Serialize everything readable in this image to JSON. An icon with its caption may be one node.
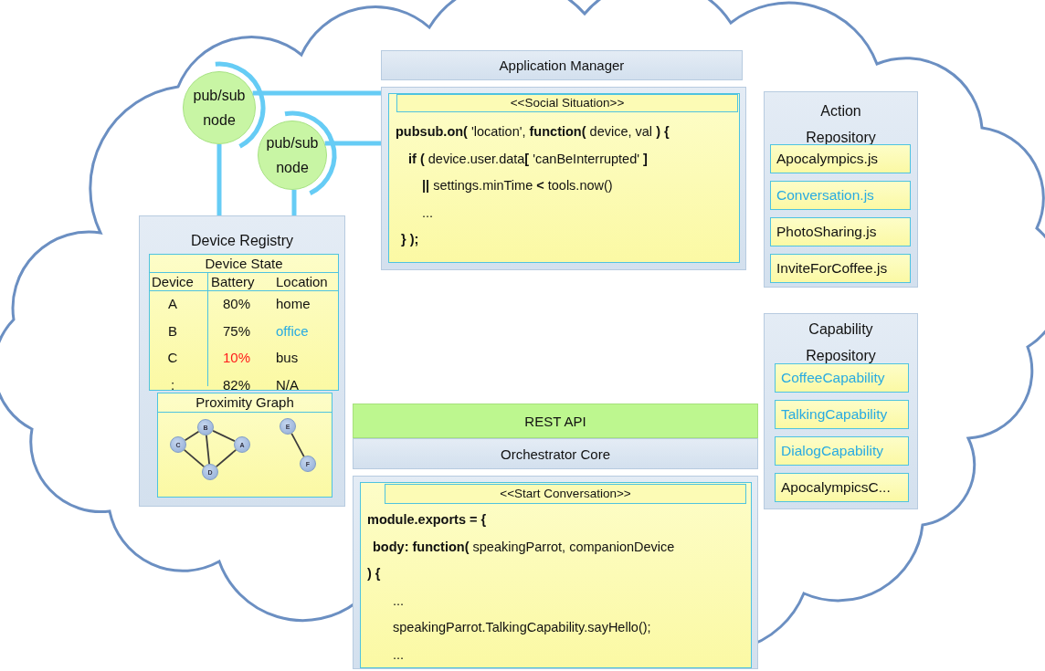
{
  "diagram": {
    "nodes": [
      {
        "text": [
          "pub/sub node"
        ]
      },
      {
        "text": [
          "pub/sub node"
        ]
      },
      {
        "text": [
          "Application Manager"
        ]
      },
      {
        "text": [
          "<<Social Situation>>",
          "**pubsub.on(** 'location', **function(** device, val **) {**",
          "**if (** device.user.data**[** 'canBeInterrupted' **]**",
          "**||** settings.minTime **<** tools.now()",
          "...",
          "**} );**"
        ]
      },
      {
        "text": [
          "Device Registry"
        ]
      },
      {
        "text": [
          "Device State",
          "Device",
          "Battery",
          "Location",
          "A",
          "80%",
          "home",
          "B",
          "75%",
          "office",
          "C",
          "10%",
          "bus",
          ":",
          "82%",
          "N/A"
        ],
        "in": 4
      },
      {
        "text": [
          "Proximity Graph"
        ],
        "in": 4
      },
      {
        "text": [
          "B"
        ],
        "in": 6
      },
      {
        "text": [
          "C"
        ],
        "in": 6
      },
      {
        "text": [
          "A"
        ],
        "in": 6
      },
      {
        "text": [
          "D"
        ],
        "in": 6
      },
      {
        "text": [
          "E"
        ],
        "in": 6
      },
      {
        "text": [
          "F"
        ],
        "in": 6
      },
      {
        "text": [
          "Action Repository"
        ]
      },
      {
        "text": [
          "Apocalympics.js"
        ],
        "in": 13
      },
      {
        "text": [
          "Conversation.js"
        ],
        "in": 13
      },
      {
        "text": [
          "PhotoSharing.js"
        ],
        "in": 13
      },
      {
        "text": [
          "InviteForCoffee.js"
        ],
        "in": 13
      },
      {
        "text": [
          "Capability Repository"
        ]
      },
      {
        "text": [
          "CoffeeCapability"
        ],
        "in": 18
      },
      {
        "text": [
          "TalkingCapability"
        ],
        "in": 18
      },
      {
        "text": [
          "DialogCapability"
        ],
        "in": 18
      },
      {
        "text": [
          "ApocalympicsC..."
        ],
        "in": 18
      },
      {
        "text": [
          "REST API"
        ]
      },
      {
        "text": [
          "Orchestrator Core"
        ]
      },
      {
        "text": [
          "<<Start Conversation>>",
          "**module.exports = {**",
          "**body: function(** speakingParrot, companionDevice",
          "**) {**",
          "...",
          "speakingParrot.TalkingCapability.sayHello();",
          "..."
        ]
      }
    ],
    "edges": [
      {
        "from": 0,
        "to": 3,
        "arrow": "none",
        "style": "thick",
        "color": "#66ccf5"
      },
      {
        "from": 0,
        "to": 4,
        "arrow": "none",
        "style": "thick",
        "color": "#66ccf5"
      },
      {
        "from": 1,
        "to": 3,
        "arrow": "none",
        "style": "thick",
        "color": "#66ccf5"
      },
      {
        "from": 1,
        "to": 4,
        "arrow": "none",
        "style": "thick",
        "color": "#66ccf5"
      },
      {
        "from": 7,
        "to": 8,
        "arrow": "none"
      },
      {
        "from": 7,
        "to": 10,
        "arrow": "none"
      },
      {
        "from": 7,
        "to": 9,
        "arrow": "none"
      },
      {
        "from": 8,
        "to": 10,
        "arrow": "none"
      },
      {
        "from": 10,
        "to": 9,
        "arrow": "none"
      },
      {
        "from": 11,
        "to": 12,
        "arrow": "none"
      }
    ]
  }
}
